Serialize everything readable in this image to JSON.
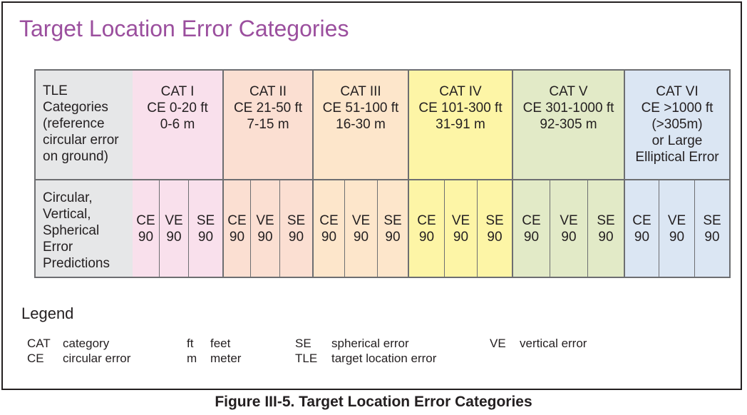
{
  "title": "Target Location Error Categories",
  "title_color": "#9b4f9e",
  "row_labels": {
    "categories": "TLE\nCategories\n(reference\ncircular error\non ground)",
    "predictions": "Circular,\nVertical,\nSpherical\nError\nPredictions"
  },
  "categories": [
    {
      "name": "CAT I",
      "range": "CE 0-20 ft\n0-6 m",
      "color": "#f9e0ec"
    },
    {
      "name": "CAT II",
      "range": "CE 21-50 ft\n7-15 m",
      "color": "#fbdfd2"
    },
    {
      "name": "CAT III",
      "range": "CE 51-100 ft\n16-30 m",
      "color": "#fde6cb"
    },
    {
      "name": "CAT IV",
      "range": "CE 101-300 ft\n31-91 m",
      "color": "#fdf5a6"
    },
    {
      "name": "CAT V",
      "range": "CE 301-1000 ft\n92-305 m",
      "color": "#e2eac7"
    },
    {
      "name": "CAT VI",
      "range": "CE >1000 ft\n(>305m)\nor Large\nElliptical Error",
      "color": "#dbe6f3"
    }
  ],
  "predictions": [
    "CE\n90",
    "VE\n90",
    "SE\n90"
  ],
  "legend": {
    "title": "Legend",
    "items": [
      {
        "abbr": "CAT",
        "meaning": "category"
      },
      {
        "abbr": "CE",
        "meaning": "circular error"
      },
      {
        "abbr": "ft",
        "meaning": "feet"
      },
      {
        "abbr": "m",
        "meaning": "meter"
      },
      {
        "abbr": "SE",
        "meaning": "spherical error"
      },
      {
        "abbr": "TLE",
        "meaning": "target location error"
      },
      {
        "abbr": "VE",
        "meaning": "vertical error"
      }
    ]
  },
  "caption": "Figure III-5.  Target Location Error Categories"
}
